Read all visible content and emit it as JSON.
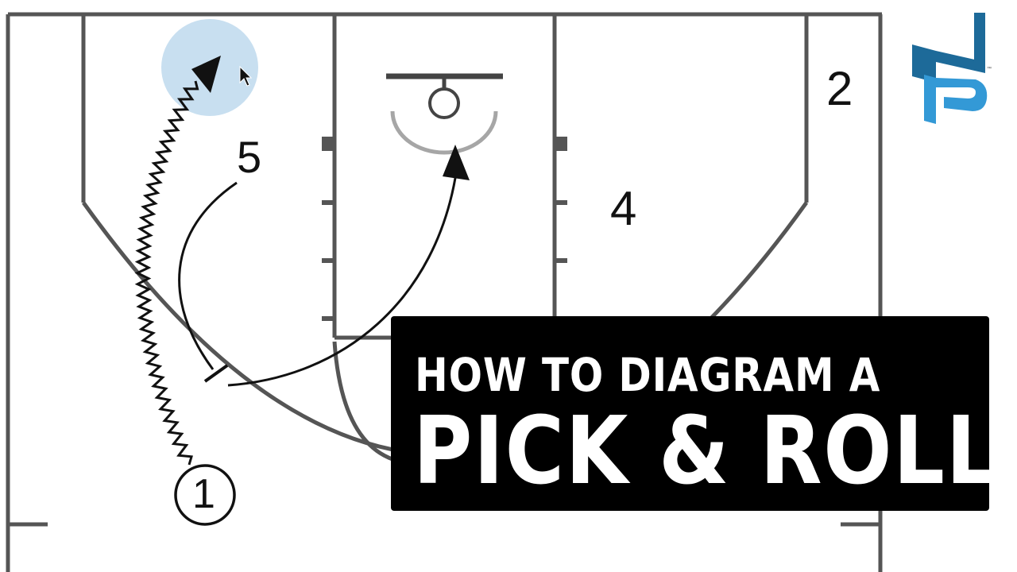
{
  "players": {
    "p1": "1",
    "p2": "2",
    "p4": "4",
    "p5": "5"
  },
  "title": {
    "line1": "HOW TO DIAGRAM A",
    "line2": "PICK & ROLL"
  },
  "colors": {
    "court_lines": "#555555",
    "rim_arc": "#a6a6a6",
    "highlight": "#c8dff0",
    "title_bg": "#000000",
    "title_text": "#ffffff",
    "logo_dark": "#1d6a99",
    "logo_light": "#3399d6"
  },
  "icons": {
    "cursor": "mouse-pointer-icon",
    "logo": "brand-logo-icon"
  }
}
